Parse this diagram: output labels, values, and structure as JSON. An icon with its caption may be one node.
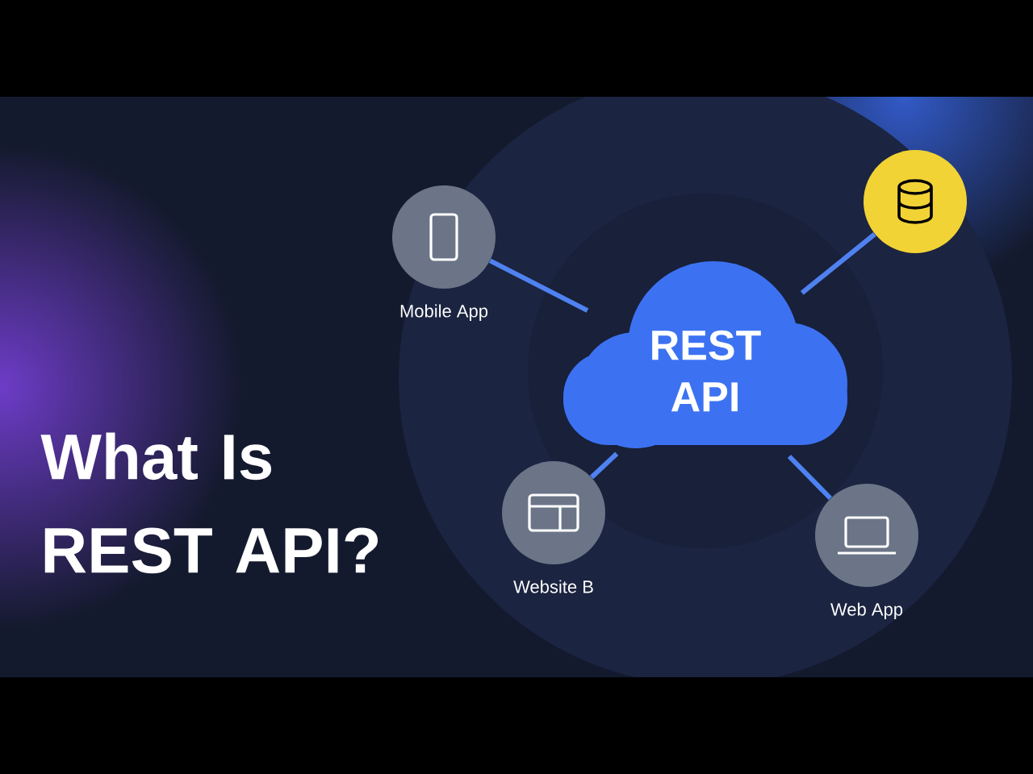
{
  "diagram": {
    "title": "What Is REST API?",
    "nodes": [
      {
        "text": [
          "Mobile App"
        ]
      },
      {
        "text": [],
        "shape": "circle"
      },
      {
        "text": [
          "REST API"
        ]
      },
      {
        "text": [
          "Website B"
        ]
      },
      {
        "text": [
          "Web App"
        ]
      }
    ],
    "edges": [
      {
        "from": 2,
        "to": 0,
        "arrow": "none"
      },
      {
        "from": 2,
        "to": 1,
        "arrow": "none"
      },
      {
        "from": 2,
        "to": 3,
        "arrow": "none"
      },
      {
        "from": 2,
        "to": 4,
        "arrow": "none"
      }
    ]
  }
}
